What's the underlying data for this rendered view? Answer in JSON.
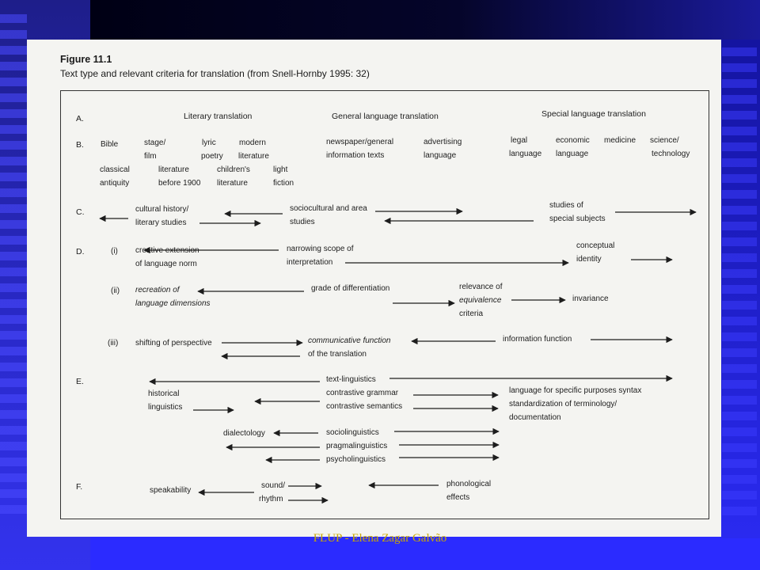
{
  "figure": {
    "title": "Figure 11.1",
    "caption": "Text type and relevant criteria for translation (from Snell-Hornby 1995: 32)"
  },
  "rows": {
    "a": {
      "label": "A.",
      "literary": "Literary translation",
      "general": "General language translation",
      "special": "Special language translation"
    },
    "b": {
      "label": "B.",
      "bible": "Bible",
      "stage_1": "stage/",
      "stage_2": "film",
      "lyric_1": "lyric",
      "lyric_2": "poetry",
      "modern_1": "modern",
      "modern_2": "literature",
      "classical_1": "classical",
      "classical_2": "antiquity",
      "lit1900_1": "literature",
      "lit1900_2": "before 1900",
      "children_1": "children's",
      "children_2": "literature",
      "light_1": "light",
      "light_2": "fiction",
      "newspaper_1": "newspaper/general",
      "newspaper_2": "information texts",
      "advertising_1": "advertising",
      "advertising_2": "language",
      "legal_1": "legal",
      "legal_2": "language",
      "economic_1": "economic",
      "economic_2": "language",
      "medicine": "medicine",
      "science_1": "science/",
      "science_2": "technology"
    },
    "c": {
      "label": "C.",
      "cultural_1": "cultural history/",
      "cultural_2": "literary studies",
      "sociocultural_1": "sociocultural and area",
      "sociocultural_2": "studies",
      "special_1": "studies of",
      "special_2": "special subjects"
    },
    "d": {
      "label": "D.",
      "i_label": "(i)",
      "i_left_1": "creative extension",
      "i_left_2": "of language norm",
      "i_mid_1": "narrowing scope of",
      "i_mid_2": "interpretation",
      "i_right_1": "conceptual",
      "i_right_2": "identity",
      "ii_label": "(ii)",
      "ii_left_1": "recreation of",
      "ii_left_2": "language dimensions",
      "ii_mid": "grade of differentiation",
      "ii_rel_1": "relevance of",
      "ii_rel_2": "equivalence",
      "ii_rel_3": "criteria",
      "ii_right": "invariance",
      "iii_label": "(iii)",
      "iii_left": "shifting of perspective",
      "iii_mid_1": "communicative function",
      "iii_mid_2": "of the translation",
      "iii_right": "information function"
    },
    "e": {
      "label": "E.",
      "textling": "text-linguistics",
      "historical_1": "historical",
      "historical_2": "linguistics",
      "contrastive_grammar": "contrastive grammar",
      "contrastive_semantics": "contrastive semantics",
      "lsp_1": "language for specific purposes syntax",
      "lsp_2": "standardization of terminology/",
      "lsp_3": "documentation",
      "dialectology": "dialectology",
      "socio": "sociolinguistics",
      "pragma": "pragmalinguistics",
      "psycho": "psycholinguistics"
    },
    "f": {
      "label": "F.",
      "speakability": "speakability",
      "sound_1": "sound/",
      "sound_2": "rhythm",
      "phon_1": "phonological",
      "phon_2": "effects"
    }
  },
  "footer": "FLUP - Elena Zagar Galvão"
}
